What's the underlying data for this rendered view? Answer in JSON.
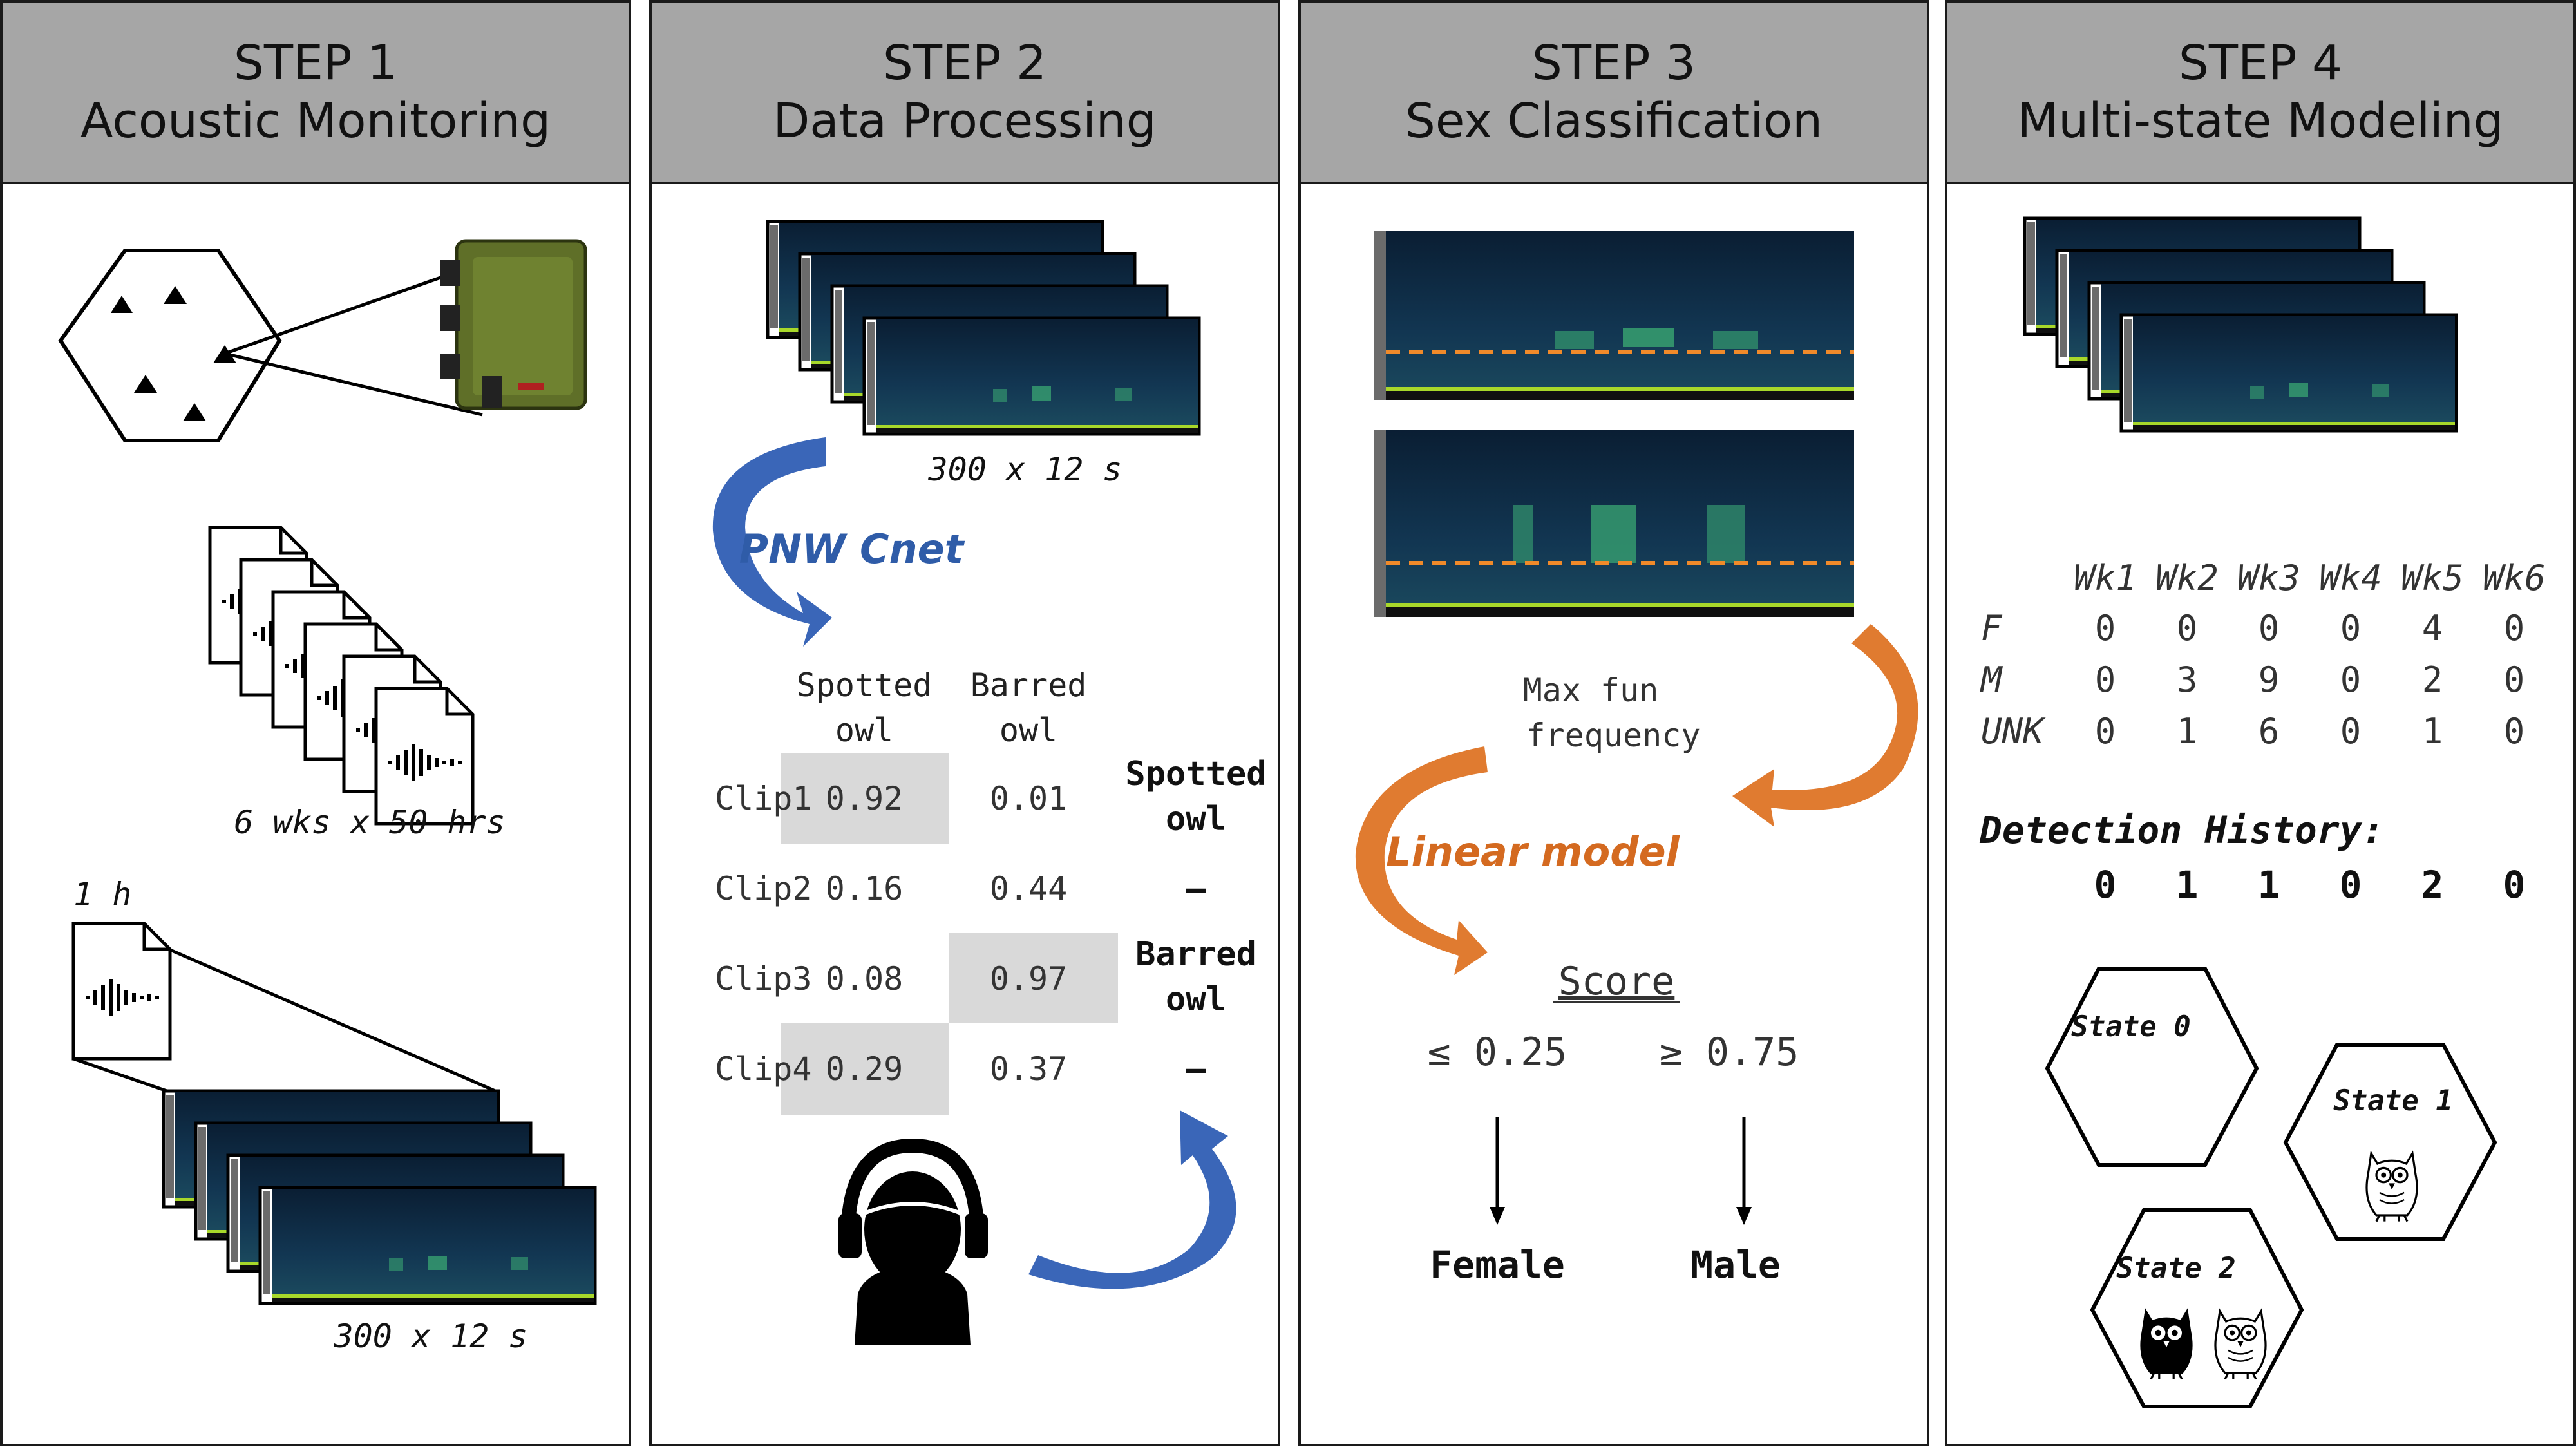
{
  "colors": {
    "header_bg": "#a6a6a6",
    "spectrogram_bg": "#0f2a3f",
    "cnet_arrow": "#3a66b8",
    "linear_arrow": "#e07b30",
    "highlight_cell": "#d9d9d9",
    "recorder": "#5f6f28"
  },
  "panels": [
    {
      "step": "STEP 1",
      "title": "Acoustic Monitoring"
    },
    {
      "step": "STEP 2",
      "title": "Data Processing"
    },
    {
      "step": "STEP 3",
      "title": "Sex Classification"
    },
    {
      "step": "STEP 4",
      "title": "Multi-state Modeling"
    }
  ],
  "step1": {
    "files_caption": "6 wks x 50 hrs",
    "hour_label": "1 h",
    "clips_caption": "300 x 12 s",
    "icons": [
      "hexagon-site-icon",
      "recorder-icon",
      "audio-file-icon",
      "spectrogram-icon"
    ]
  },
  "step2": {
    "clips_caption": "300 x 12 s",
    "model_label": "PNW Cnet",
    "columns": [
      "Spotted",
      "owl",
      "Barred",
      "owl"
    ],
    "rows": [
      {
        "clip": "Clip1",
        "spotted": "0.92",
        "barred": "0.01",
        "label_line1": "Spotted",
        "label_line2": "owl"
      },
      {
        "clip": "Clip2",
        "spotted": "0.16",
        "barred": "0.44",
        "label_line1": "–",
        "label_line2": ""
      },
      {
        "clip": "Clip3",
        "spotted": "0.08",
        "barred": "0.97",
        "label_line1": "Barred",
        "label_line2": "owl"
      },
      {
        "clip": "Clip4",
        "spotted": "0.29",
        "barred": "0.37",
        "label_line1": "–",
        "label_line2": ""
      }
    ],
    "icons": [
      "listener-icon"
    ]
  },
  "step3": {
    "feature_line1": "Max fun",
    "feature_line2": "frequency",
    "model_label": "Linear model",
    "score_label": "Score",
    "female_threshold": "≤ 0.25",
    "male_threshold": "≥ 0.75",
    "female_label": "Female",
    "male_label": "Male"
  },
  "step4": {
    "weeks": [
      "Wk1",
      "Wk2",
      "Wk3",
      "Wk4",
      "Wk5",
      "Wk6"
    ],
    "rows": [
      {
        "label": "F",
        "values": [
          "0",
          "0",
          "0",
          "0",
          "4",
          "0"
        ]
      },
      {
        "label": "M",
        "values": [
          "0",
          "3",
          "9",
          "0",
          "2",
          "0"
        ]
      },
      {
        "label": "UNK",
        "values": [
          "0",
          "1",
          "6",
          "0",
          "1",
          "0"
        ]
      }
    ],
    "history_label": "Detection History:",
    "history": [
      "0",
      "1",
      "1",
      "0",
      "2",
      "0"
    ],
    "states": [
      "State 0",
      "State 1",
      "State 2"
    ],
    "icons": [
      "owl-outline-icon",
      "owl-filled-icon"
    ]
  }
}
